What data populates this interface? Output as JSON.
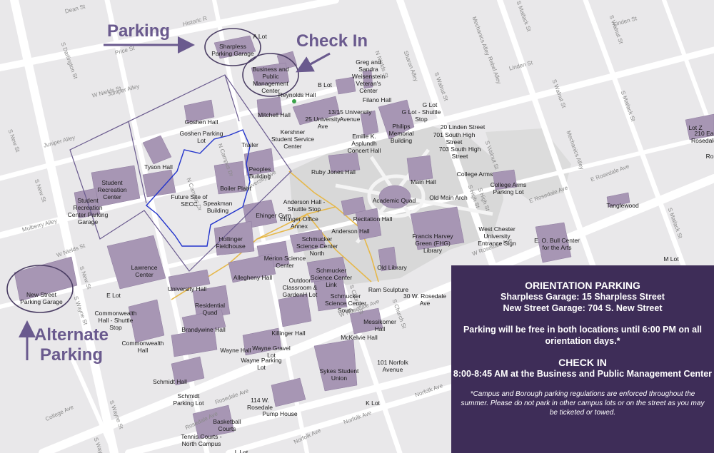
{
  "colors": {
    "building": "#a796b4",
    "road": "#ffffff",
    "boundary": "#6a5a8e",
    "route": "#2233cc",
    "path": "#e6b84a",
    "panel": "#3e2d58",
    "callout": "#6a5a8e"
  },
  "callouts": {
    "parking": "Parking",
    "check_in": "Check In",
    "alternate": "Alternate\nParking"
  },
  "buildings": [
    "Sharpless\nParking Garage",
    "A Lot",
    "Business and\nPublic\nManagement\nCenter",
    "Greg and\nSandra\nWeisenstein\nVeteran's\nCenter",
    "B Lot",
    "Reynolds Hall",
    "Filano Hall",
    "G Lot",
    "Goshen Hall",
    "Goshen Parking\nLot",
    "Mitchell Hall",
    "25 University\nAve",
    "13/15 University\nAvenue",
    "G Lot - Shuttle\nStop",
    "20 Linden Street",
    "701 South High\nStreet",
    "703 South High\nStreet",
    "Kershner\nStudent Service\nCenter",
    "Philips\nMemorial\nBuilding",
    "Emilie K.\nAsplundh\nConcert Hall",
    "Trailer",
    "Tyson Hall",
    "Peoples\nBuilding",
    "Ruby Jones Hall",
    "College Arms",
    "Student\nRecreation\nCenter",
    "Student\nRecreation\nCenter Parking\nGarage",
    "Boiler Plant",
    "Main Hall",
    "College Arms\nParking Lot",
    "Future Site of\nSECC",
    "Speakman\nBuilding",
    "Academic Quad",
    "Old Main Arch",
    "Anderson Hall -\nShuttle Stop",
    "Tanglewood",
    "Ehinger Gym",
    "Ehinger Office\nAnnex",
    "Recitation Hall",
    "Anderson Hall",
    "West Chester\nUniversity\nEntrance Sign",
    "Hollinger\nFieldhouse",
    "Francis Harvey\nGreen (FHG)\nLibrary",
    "E. O. Bull Center\nfor the Arts",
    "Schmucker\nScience Center\nNorth",
    "Merion Science\nCenter",
    "M Lot",
    "Lawrence\nCenter",
    "Old Library",
    "Allegheny Hall",
    "Schmucker\nScience Center\nLink",
    "New Street\nParking Garage",
    "Outdoor\nClassroom &\nGardenH Lot",
    "University Hall",
    "Ram Sculpture",
    "E Lot",
    "Schmucker\nScience Center\nSouth",
    "30 W. Rosedale\nAve",
    "Residential\nQuad",
    "Commonwealth\nHall - Shuttle\nStop",
    "Brandywine Hall",
    "Messikomer\nHall",
    "Killinger Hall",
    "McKelvie Hall",
    "Commonwealth\nHall",
    "Wayne Hall",
    "Wayne Gravel\nLot",
    "Wayne Parking\nLot",
    "101 Norfolk\nAvenue",
    "Sykes Student\nUnion",
    "Schmidt Hall",
    "Schmidt\nParking Lot",
    "114 W.\nRosedale",
    "Pump House",
    "K Lot",
    "Basketball\nCourts",
    "Tennis Courts -\nNorth Campus",
    "L Lot",
    "Lot Z",
    "210 Ea\nRosedale",
    "Ro"
  ],
  "streets": [
    "Dean St",
    "Historic R",
    "S Darlington St",
    "Price St",
    "Juniper Alley",
    "Juniper Alley",
    "S New St",
    "S New St",
    "N Campus Dr",
    "N Campus Dr",
    "University Ave",
    "S New St",
    "Mulberry Alley",
    "W Nields St",
    "W Nields St",
    "N Nields St",
    "Sharon Alley",
    "S Walnut St",
    "S Walnut St",
    "S Walnut St",
    "Mechanics Alley",
    "Mechanics Alley",
    "Linden St",
    "Linden St",
    "S Matlack St",
    "S Matlack St",
    "S Matlack St",
    "Rebel Alley",
    "S High St",
    "S High St",
    "E Rosedale Ave",
    "E Rosedale Ave",
    "W Rosedale Ave",
    "W Rosedale Ave",
    "Rosedale Ave",
    "S Church St",
    "S Church St",
    "S Wayne St",
    "S Wayne St",
    "S Wayne St",
    "College Ave",
    "Norfolk Ave",
    "Norfolk Ave",
    "Norfolk Ave",
    "S Walnut St",
    "Rosedale Ave",
    "Rebel Alley"
  ],
  "panel": {
    "title": "ORIENTATION PARKING",
    "line1": "Sharpless Garage: 15 Sharpless Street",
    "line2": "New Street Garage: 704 S. New Street",
    "free": "Parking will be free in both locations until 6:00 PM on all orientation days.*",
    "checkin_title": "CHECK IN",
    "checkin_text": "8:00-8:45 AM at the Business and Public Management Center",
    "note": "*Campus and Borough parking regulations are enforced throughout the summer. Please do not park in other campus lots or on the street as you may be ticketed or towed."
  }
}
